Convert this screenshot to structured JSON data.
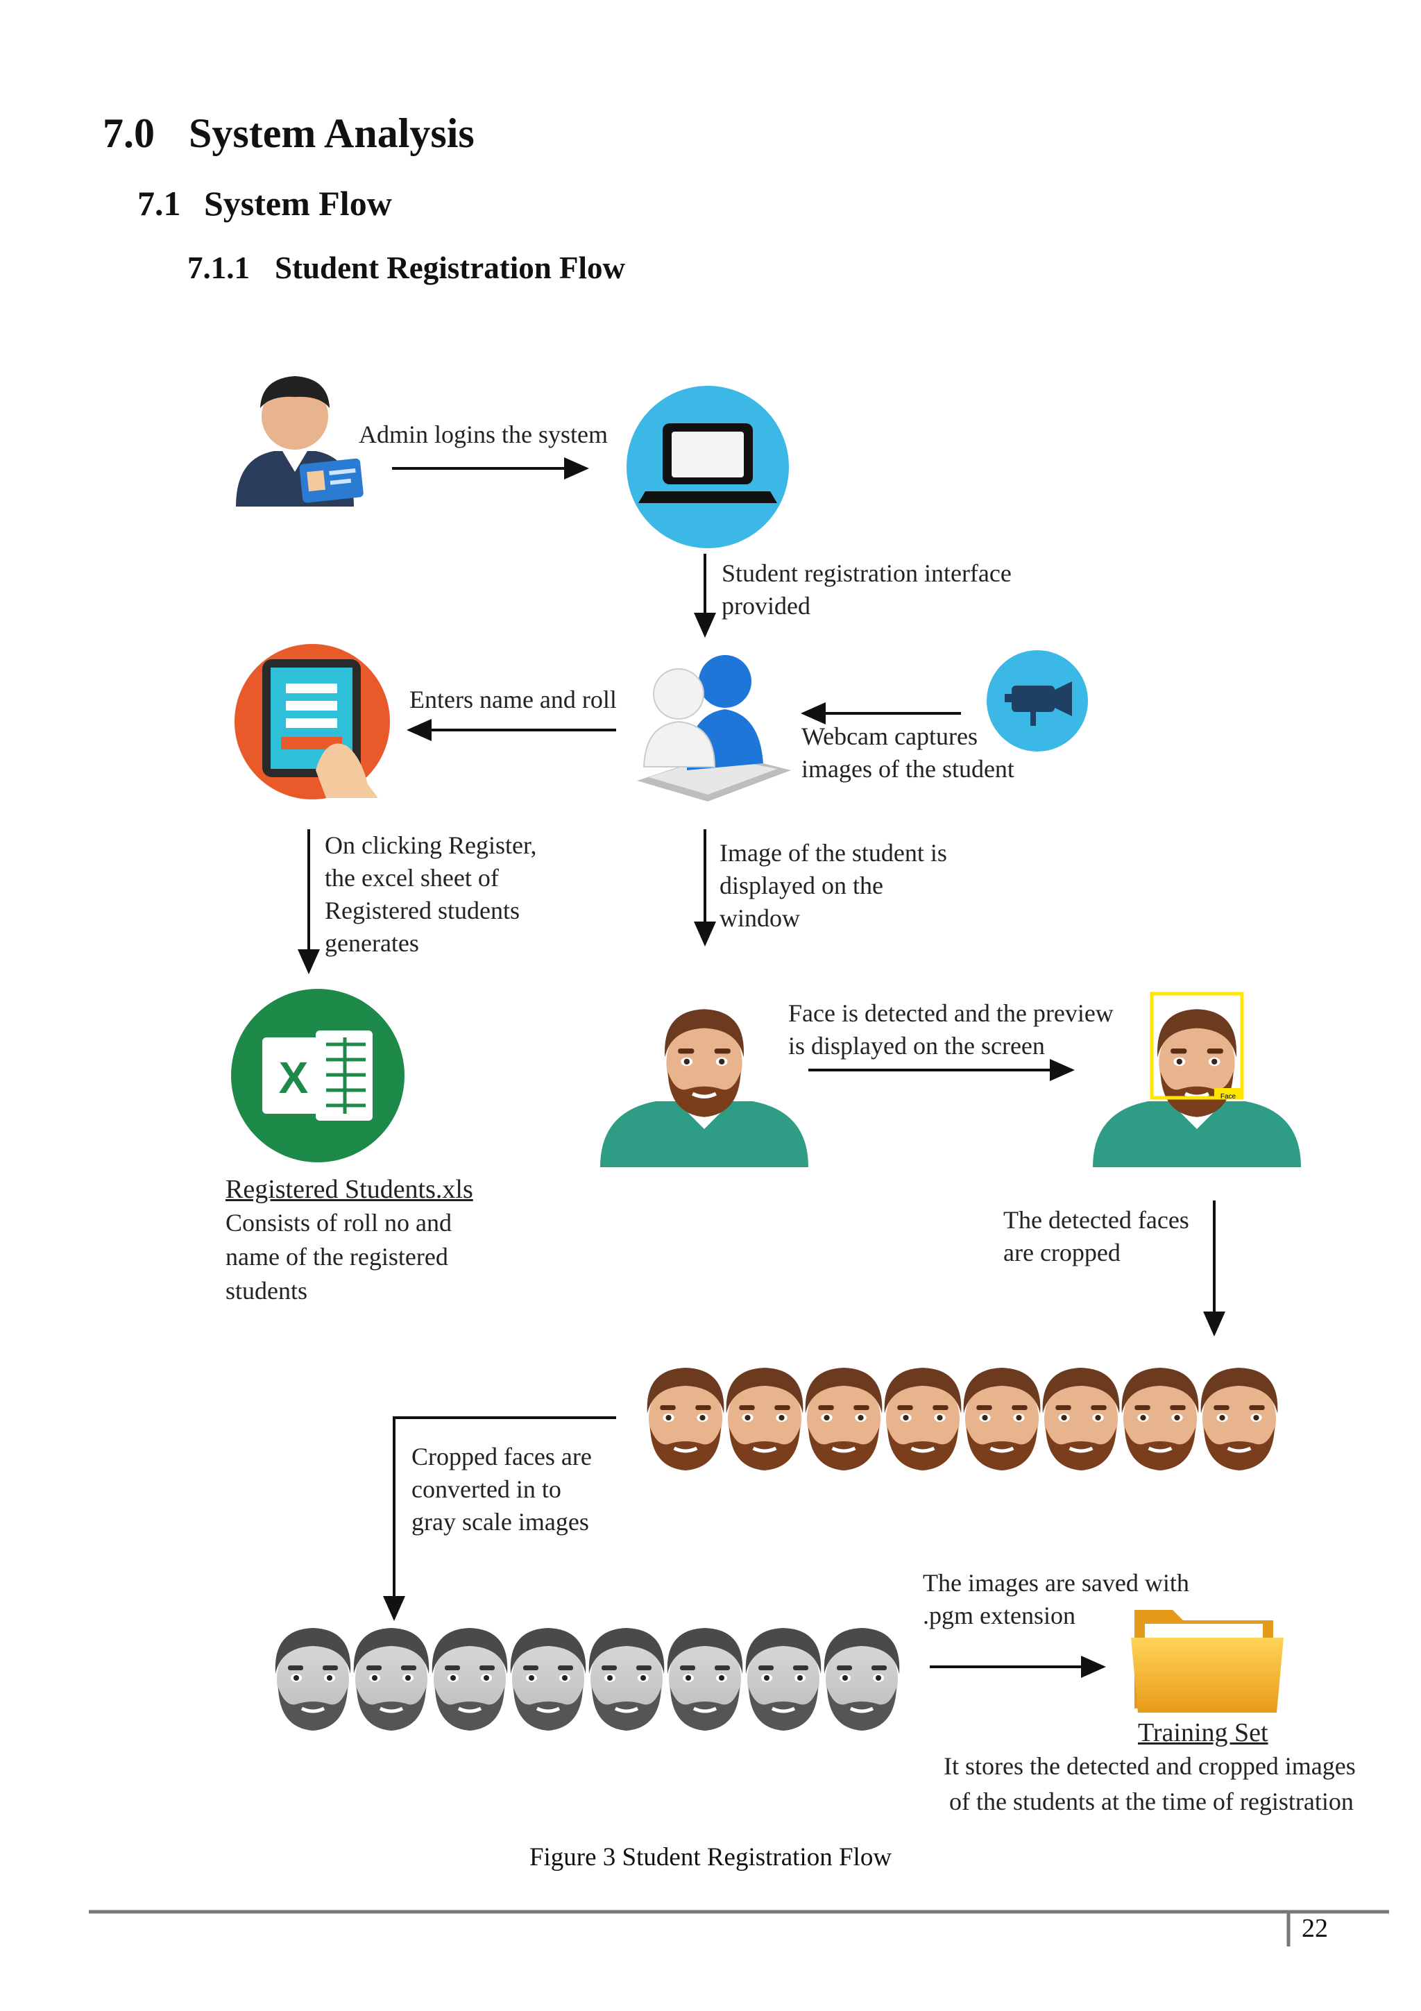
{
  "headings": {
    "h1": {
      "num": "7.0",
      "text": "System Analysis"
    },
    "h2": {
      "num": "7.1",
      "text": "System Flow"
    },
    "h3": {
      "num": "7.1.1",
      "text": "Student Registration Flow"
    }
  },
  "steps": {
    "admin_login": "Admin logins the system",
    "interface_provided": [
      "Student registration interface",
      "provided"
    ],
    "enters_name": "Enters name and roll",
    "webcam": [
      "Webcam captures",
      "images of the student"
    ],
    "on_register": [
      "On clicking Register,",
      "the excel sheet of",
      "Registered students",
      "generates"
    ],
    "image_displayed": [
      "Image of the student is",
      "displayed on the",
      "window"
    ],
    "face_detected": [
      "Face is detected and the preview",
      "is displayed on the screen"
    ],
    "faces_cropped": [
      "The detected faces",
      "are cropped"
    ],
    "grayscale": [
      "Cropped faces are",
      "converted in to",
      "gray scale images"
    ],
    "saved_pgm": [
      "The images are saved with",
      ".pgm extension"
    ]
  },
  "excel": {
    "file_name": "Registered Students.xls",
    "description": [
      "Consists of roll no and",
      "name of the registered",
      "students"
    ]
  },
  "training": {
    "name": "Training Set",
    "description": [
      "It stores the detected and cropped images",
      "of the students at the time of registration"
    ]
  },
  "face_box_label": "Face",
  "caption": "Figure 3 Student Registration Flow",
  "page_number": "22",
  "icons": [
    "admin-user-icon",
    "laptop-icon",
    "tablet-register-icon",
    "student-user-icon",
    "webcam-icon",
    "excel-icon",
    "face-icon",
    "detected-face-icon",
    "cropped-face-icon",
    "grayscale-face-icon",
    "folder-icon"
  ],
  "colors": {
    "laptop_circle": "#3cb8e6",
    "tablet_circle": "#e95a2b",
    "excel_green": "#1e8a4a",
    "folder_yellow": "#f2b632",
    "face_box": "#ffe600",
    "shirt": "#2f9c86"
  }
}
